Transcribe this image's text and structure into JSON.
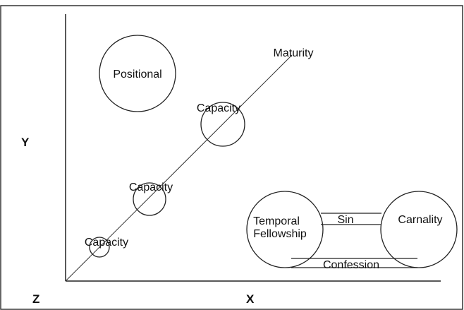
{
  "axes": {
    "y_label": "Y",
    "x_label": "X",
    "z_label": "Z"
  },
  "nodes": {
    "positional": "Positional",
    "maturity": "Maturity",
    "capacity_large": "Capacity",
    "capacity_medium": "Capacity",
    "capacity_small": "Capacity",
    "temporal_line1": "Temporal",
    "temporal_line2": "Fellowship",
    "carnality": "Carnality"
  },
  "links": {
    "sin": "Sin",
    "confession": "Confession"
  }
}
